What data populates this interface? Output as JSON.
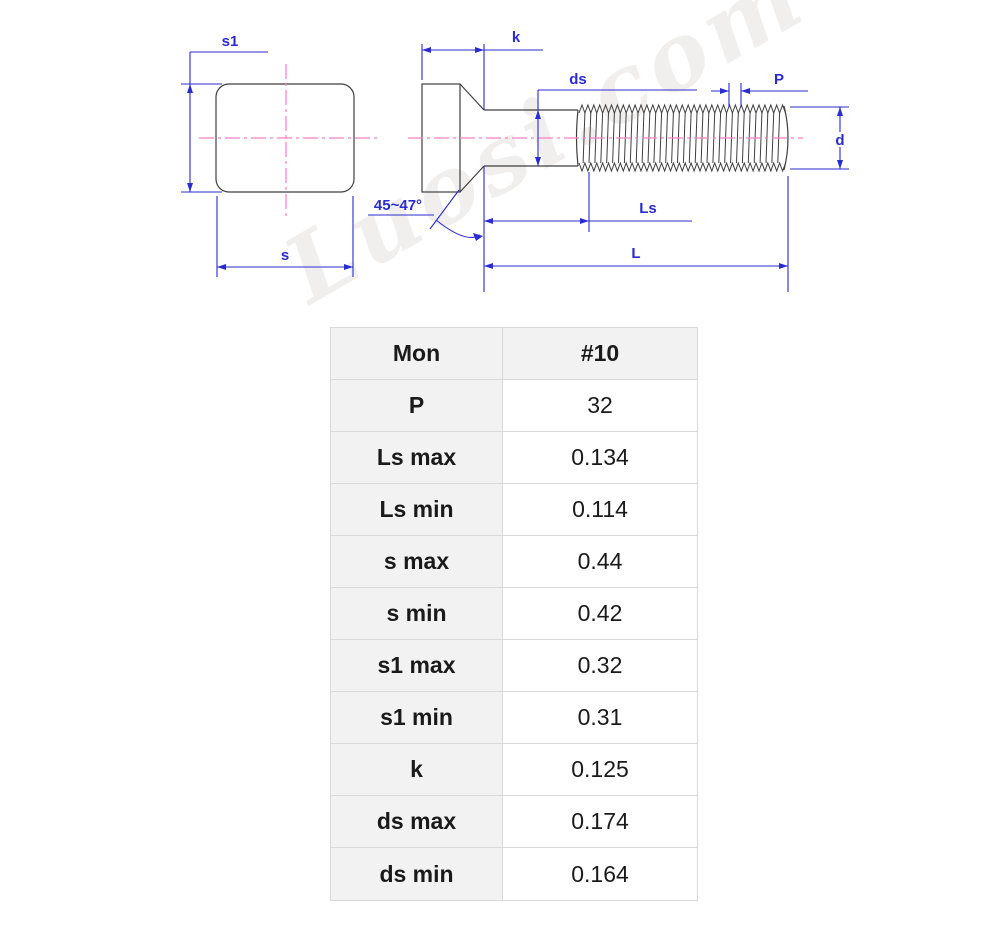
{
  "drawing": {
    "labels": {
      "s1": "s1",
      "s": "s",
      "k": "k",
      "ds": "ds",
      "P": "P",
      "d": "d",
      "Ls": "Ls",
      "L": "L",
      "angle": "45~47°"
    },
    "watermark": "Luosi.com",
    "colors": {
      "dimension_blue": "#2b2bd2",
      "centerline_pink": "#f77fc4",
      "outline_gray": "#3f3f3f"
    }
  },
  "table": {
    "rows": [
      {
        "label": "Mon",
        "value": "#10"
      },
      {
        "label": "P",
        "value": "32"
      },
      {
        "label": "Ls max",
        "value": "0.134"
      },
      {
        "label": "Ls min",
        "value": "0.114"
      },
      {
        "label": "s max",
        "value": "0.44"
      },
      {
        "label": "s min",
        "value": "0.42"
      },
      {
        "label": "s1 max",
        "value": "0.32"
      },
      {
        "label": "s1 min",
        "value": "0.31"
      },
      {
        "label": "k",
        "value": "0.125"
      },
      {
        "label": "ds max",
        "value": "0.174"
      },
      {
        "label": "ds min",
        "value": "0.164"
      }
    ]
  }
}
